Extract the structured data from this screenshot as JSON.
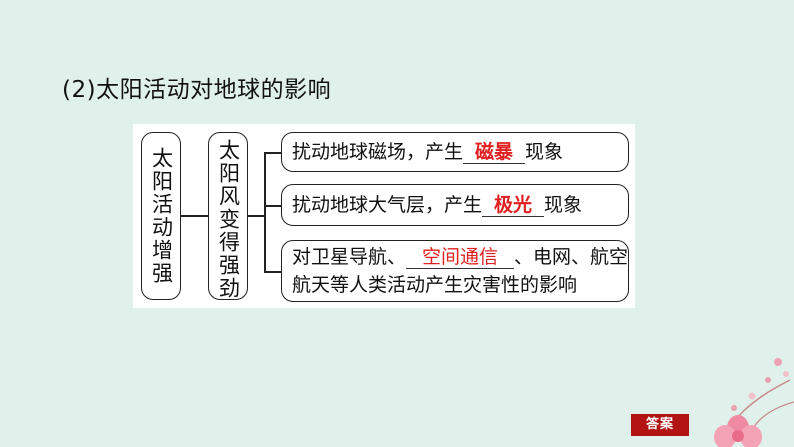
{
  "heading": "(2)太阳活动对地球的影响",
  "diagram": {
    "root": "太阳活动增强",
    "middle": "太阳风变得强劲",
    "branches": [
      {
        "before": "扰动地球磁场，产生",
        "blank": "磁暴",
        "after": "现象"
      },
      {
        "before": "扰动地球大气层，产生",
        "blank": "极光",
        "after": "现象"
      },
      {
        "before": "对卫星导航、",
        "blank": "空间通信",
        "after": "、电网、航空",
        "line2": "航天等人类活动产生灾害性的影响"
      }
    ]
  },
  "answer_button": "答案",
  "colors": {
    "background": "#e0f1ec",
    "answer_red": "#e02020",
    "button_red": "#b21414"
  }
}
